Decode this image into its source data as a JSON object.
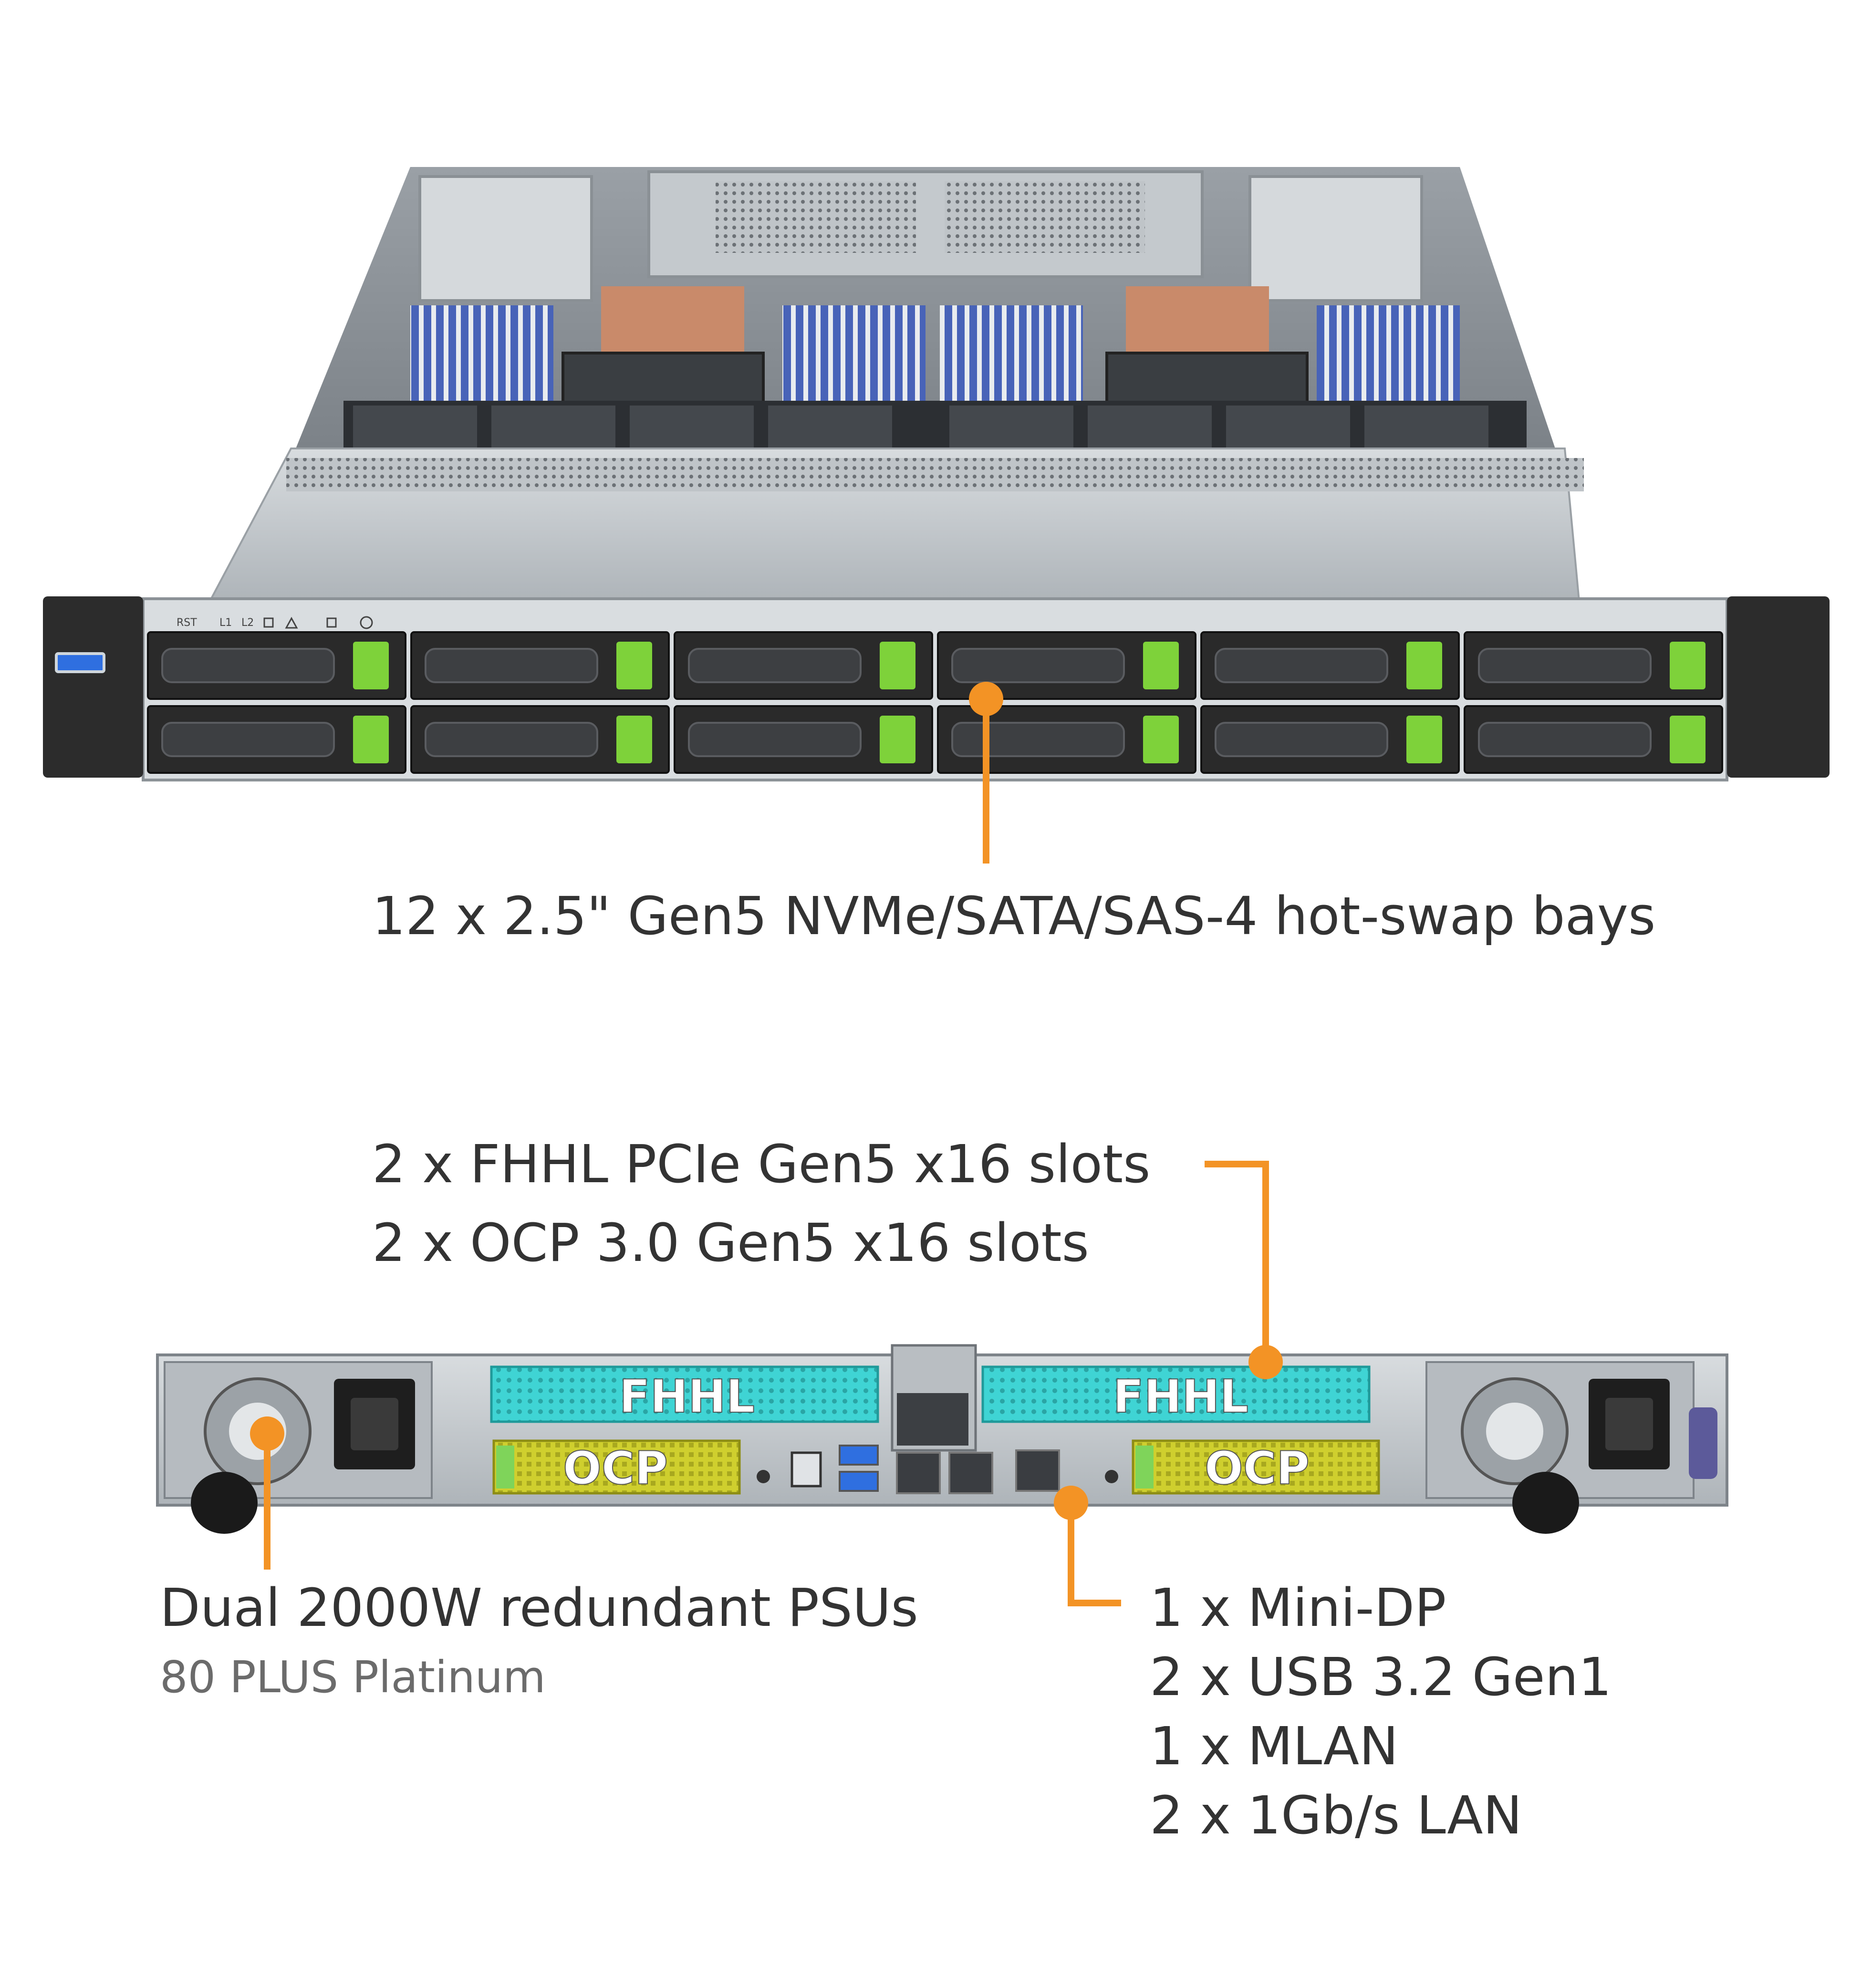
{
  "colors": {
    "callout": "#f39325",
    "text": "#333333",
    "subtext": "#6b6b6b",
    "chassis": "#c9ced3",
    "bay_latch": "#7ed23a",
    "fhhl_bracket": "#3fd4d4",
    "ocp_bracket": "#cfcf2e",
    "dark_metal": "#2a2a2a"
  },
  "callouts": {
    "drive_bays": "12 x 2.5\" Gen5 NVMe/SATA/SAS-4 hot-swap bays",
    "pcie_slots_line1": "2 x FHHL PCIe Gen5 x16 slots",
    "pcie_slots_line2": "2 x OCP 3.0 Gen5 x16 slots",
    "psu_line1": "Dual 2000W  redundant PSUs",
    "psu_line2": "80 PLUS Platinum",
    "io_line1": "1 x Mini-DP",
    "io_line2": "2 x USB 3.2 Gen1",
    "io_line3": "1 x MLAN",
    "io_line4": "2 x 1Gb/s LAN"
  },
  "rear_panel": {
    "fhhl_left": "FHHL",
    "fhhl_right": "FHHL",
    "ocp_left": "OCP",
    "ocp_right": "OCP"
  },
  "front_panel": {
    "status_labels": [
      "RST",
      "L1",
      "L2"
    ]
  },
  "icons": [
    "usb-port-icon",
    "power-button-icon",
    "hdd-led-icon",
    "warning-led-icon",
    "id-led-icon"
  ]
}
